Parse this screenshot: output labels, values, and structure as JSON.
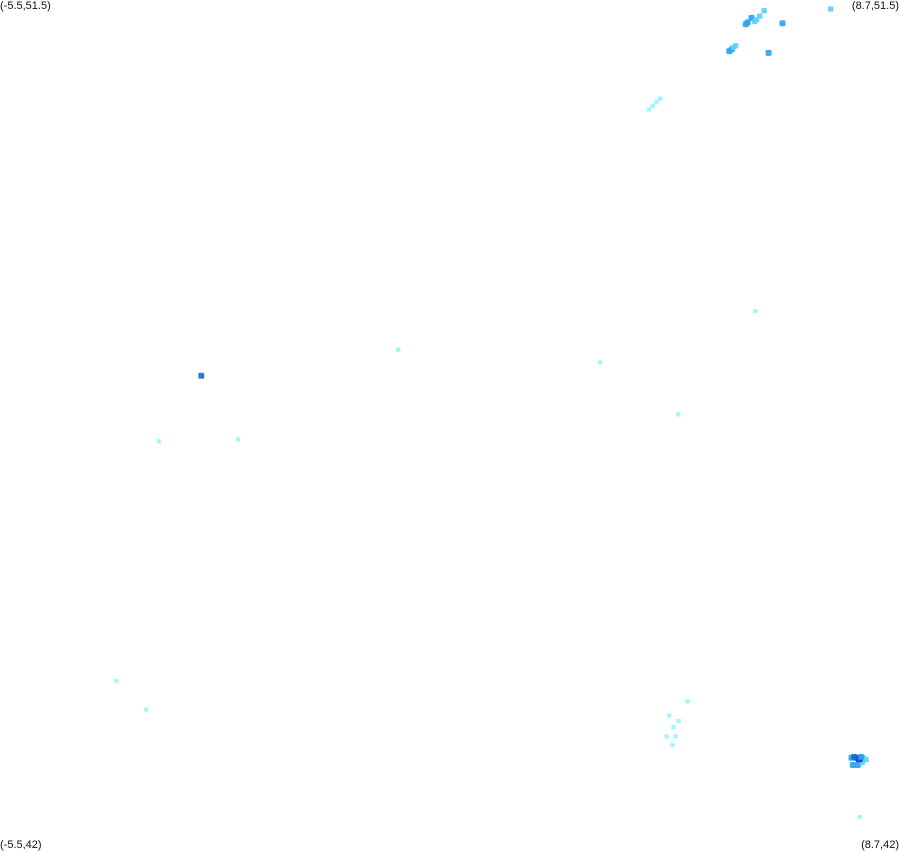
{
  "corners": {
    "top_left": "(-5.5,51.5)",
    "top_right": "(8.7,51.5)",
    "bottom_left": "(-5.5,42)",
    "bottom_right": "(8.7,42)"
  },
  "extent": {
    "lon_min": -5.5,
    "lon_max": 8.7,
    "lat_min": 42,
    "lat_max": 51.5
  },
  "colors": {
    "low": "#99f5ff",
    "mid_low": "#5cd0ff",
    "mid": "#2b9ef0",
    "high": "#1a6fc9",
    "max": "#2233cc"
  },
  "chart_data": {
    "type": "scatter",
    "x_label": "",
    "y_label": "",
    "points": [
      {
        "lon": 6.64,
        "lat": 50.91,
        "level": "mid"
      },
      {
        "lon": 6.37,
        "lat": 51.3,
        "level": "mid"
      },
      {
        "lon": 6.31,
        "lat": 51.25,
        "level": "mid"
      },
      {
        "lon": 6.28,
        "lat": 51.23,
        "level": "mid"
      },
      {
        "lon": 6.06,
        "lat": 50.95,
        "level": "mid"
      },
      {
        "lon": 6.02,
        "lat": 50.93,
        "level": "mid"
      },
      {
        "lon": 7.62,
        "lat": 51.4,
        "level": "mid_low"
      },
      {
        "lon": 6.57,
        "lat": 51.38,
        "level": "mid_low"
      },
      {
        "lon": 6.5,
        "lat": 51.32,
        "level": "mid_low"
      },
      {
        "lon": 6.45,
        "lat": 51.28,
        "level": "mid_low"
      },
      {
        "lon": 6.42,
        "lat": 51.26,
        "level": "mid_low"
      },
      {
        "lon": 6.12,
        "lat": 50.99,
        "level": "mid_low"
      },
      {
        "lon": 6.08,
        "lat": 50.97,
        "level": "mid_low"
      },
      {
        "lon": 4.93,
        "lat": 50.4,
        "level": "low"
      },
      {
        "lon": 4.87,
        "lat": 50.36,
        "level": "low"
      },
      {
        "lon": 4.81,
        "lat": 50.32,
        "level": "low"
      },
      {
        "lon": 4.75,
        "lat": 50.28,
        "level": "low"
      },
      {
        "lon": 6.86,
        "lat": 51.24,
        "level": "mid"
      },
      {
        "lon": 6.43,
        "lat": 48.03,
        "level": "low"
      },
      {
        "lon": 0.79,
        "lat": 47.6,
        "level": "low"
      },
      {
        "lon": 3.98,
        "lat": 47.46,
        "level": "low"
      },
      {
        "lon": 5.21,
        "lat": 46.88,
        "level": "low"
      },
      {
        "lon": -2.32,
        "lat": 47.31,
        "level": "high"
      },
      {
        "lon": -1.74,
        "lat": 46.6,
        "level": "low"
      },
      {
        "lon": -2.99,
        "lat": 46.58,
        "level": "low"
      },
      {
        "lon": -3.66,
        "lat": 43.91,
        "level": "low"
      },
      {
        "lon": -3.19,
        "lat": 43.59,
        "level": "low"
      },
      {
        "lon": 5.36,
        "lat": 43.68,
        "level": "low"
      },
      {
        "lon": 5.07,
        "lat": 43.52,
        "level": "low"
      },
      {
        "lon": 5.22,
        "lat": 43.46,
        "level": "low"
      },
      {
        "lon": 5.14,
        "lat": 43.39,
        "level": "low"
      },
      {
        "lon": 5.03,
        "lat": 43.29,
        "level": "low"
      },
      {
        "lon": 5.17,
        "lat": 43.29,
        "level": "low"
      },
      {
        "lon": 5.12,
        "lat": 43.19,
        "level": "low"
      },
      {
        "lon": 8.08,
        "lat": 42.39,
        "level": "low"
      },
      {
        "lon": 7.95,
        "lat": 43.05,
        "level": "mid"
      },
      {
        "lon": 7.97,
        "lat": 42.97,
        "level": "mid"
      },
      {
        "lon": 8.05,
        "lat": 42.97,
        "level": "mid"
      },
      {
        "lon": 8.12,
        "lat": 43.0,
        "level": "mid_low"
      },
      {
        "lon": 8.14,
        "lat": 43.05,
        "level": "mid_low"
      },
      {
        "lon": 8.18,
        "lat": 43.03,
        "level": "mid_low"
      },
      {
        "lon": 8.02,
        "lat": 43.05,
        "level": "high"
      },
      {
        "lon": 8.07,
        "lat": 43.04,
        "level": "max"
      },
      {
        "lon": 7.99,
        "lat": 43.06,
        "level": "high"
      },
      {
        "lon": 8.1,
        "lat": 43.06,
        "level": "mid"
      }
    ]
  }
}
